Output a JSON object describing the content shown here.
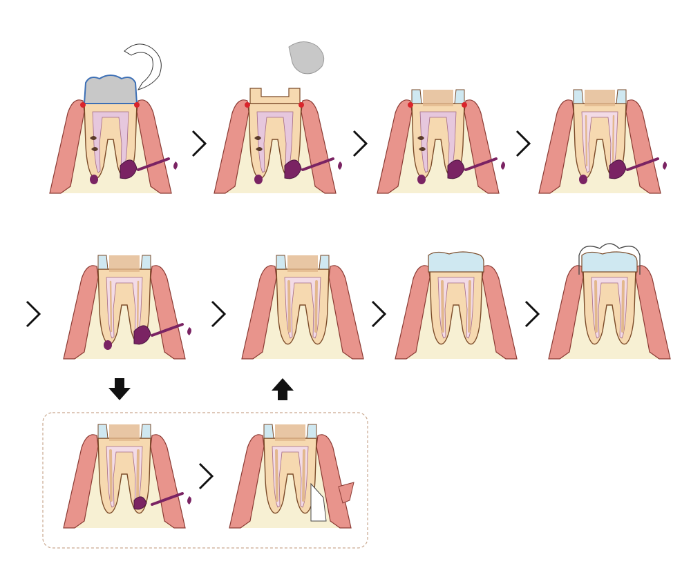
{
  "colors": {
    "gum": "#e8948c",
    "gum_stroke": "#8a3a33",
    "bone": "#f7f0d3",
    "dentin": "#f6d9b0",
    "enamel_stroke": "#7a4a28",
    "pulp": "#f3dbe6",
    "canal_filled": "#e2b88d",
    "abscess": "#7a2363",
    "restoration": "#cfe8f1",
    "temporary": "#c8c8c8",
    "crown_outline": "#444444",
    "infection_red": "#d9242b",
    "box_border": "#c9a88f"
  },
  "steps": [
    {
      "id": 1,
      "crown": "metal",
      "decay": true,
      "abscess": "large",
      "fistula": true,
      "canals": "infected",
      "removed_piece": "outline"
    },
    {
      "id": 2,
      "crown": "core",
      "decay": true,
      "abscess": "large",
      "fistula": true,
      "canals": "infected",
      "removed_piece": "grey"
    },
    {
      "id": 3,
      "crown": "open",
      "decay": true,
      "abscess": "large",
      "fistula": true,
      "canals": "opened"
    },
    {
      "id": 4,
      "crown": "open",
      "decay": false,
      "abscess": "large",
      "fistula": true,
      "canals": "cleaned"
    },
    {
      "id": 5,
      "crown": "open",
      "decay": false,
      "abscess": "large",
      "fistula": true,
      "canals": "shaped"
    },
    {
      "id": 6,
      "crown": "open",
      "decay": false,
      "abscess": "none",
      "fistula": false,
      "canals": "filled"
    },
    {
      "id": 7,
      "crown": "build",
      "decay": false,
      "abscess": "none",
      "fistula": false,
      "canals": "filled"
    },
    {
      "id": 8,
      "crown": "final",
      "decay": false,
      "abscess": "none",
      "fistula": false,
      "canals": "filled"
    },
    {
      "id": 9,
      "crown": "open",
      "decay": false,
      "abscess": "small",
      "fistula": true,
      "canals": "filled"
    },
    {
      "id": 10,
      "crown": "open",
      "decay": false,
      "abscess": "none",
      "fistula": false,
      "canals": "filled",
      "surgery": true
    }
  ],
  "icons": {
    "next": "chevron-right-icon",
    "down": "arrow-down-icon",
    "up": "arrow-up-icon"
  }
}
